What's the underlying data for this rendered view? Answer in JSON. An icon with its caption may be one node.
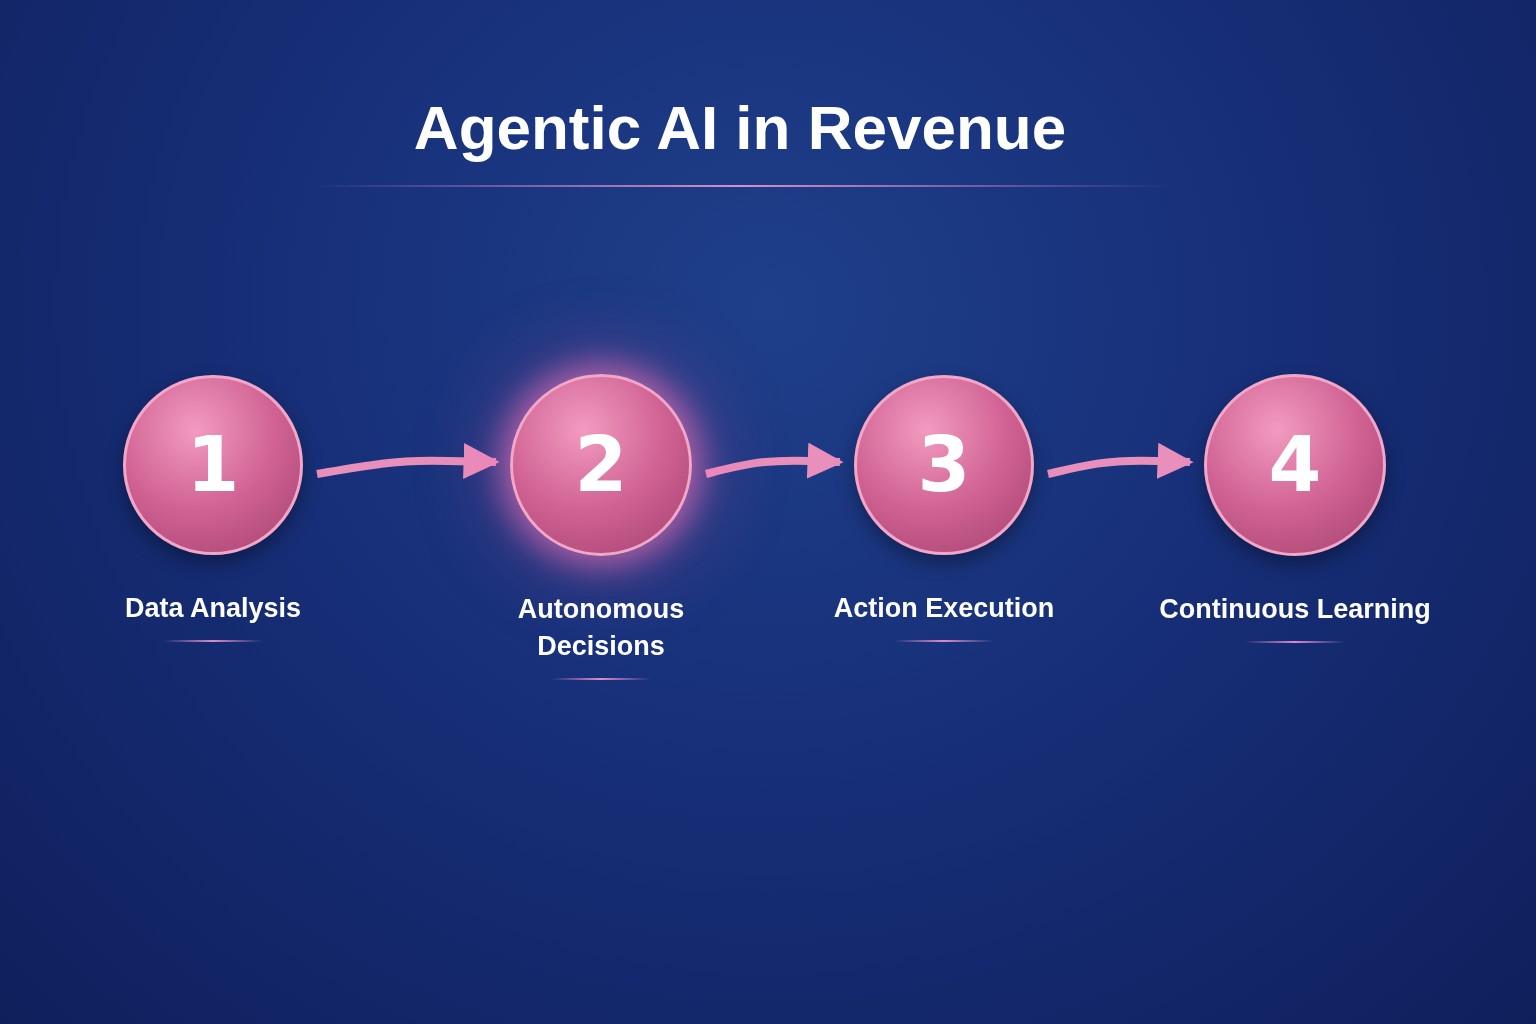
{
  "diagram": {
    "title": "Agentic AI in Revenue",
    "nodes": [
      {
        "text": [
          "1"
        ],
        "beside": [
          "Data Analysis"
        ]
      },
      {
        "text": [
          "2"
        ],
        "beside": [
          "Autonomous Decisions"
        ]
      },
      {
        "text": [
          "3"
        ],
        "beside": [
          "Action Execution"
        ]
      },
      {
        "text": [
          "4"
        ],
        "beside": [
          "Continuous Learning"
        ]
      }
    ],
    "edges": [
      {
        "from": 0,
        "to": 1,
        "arrow": "to"
      },
      {
        "from": 1,
        "to": 2,
        "arrow": "to"
      },
      {
        "from": 2,
        "to": 3,
        "arrow": "to"
      }
    ]
  }
}
